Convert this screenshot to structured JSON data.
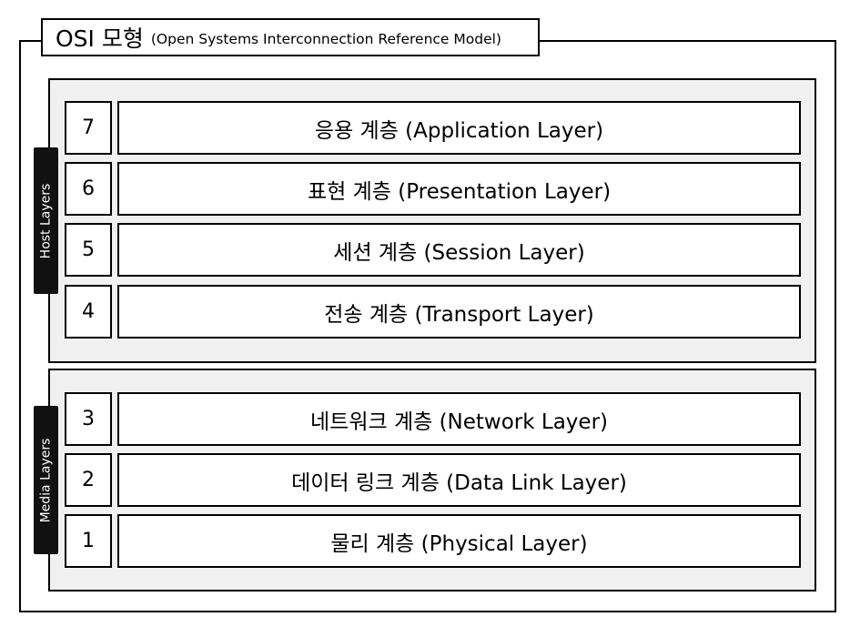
{
  "title": {
    "main": "OSI 모형",
    "sub": "(Open Systems Interconnection Reference Model)"
  },
  "groups": {
    "host": {
      "label": "Host Layers"
    },
    "media": {
      "label": "Media Layers"
    }
  },
  "layers": [
    {
      "number": "7",
      "name": "응용 계층 (Application Layer)"
    },
    {
      "number": "6",
      "name": "표현 계층 (Presentation Layer)"
    },
    {
      "number": "5",
      "name": "세션 계층 (Session Layer)"
    },
    {
      "number": "4",
      "name": "전송 계층 (Transport Layer)"
    },
    {
      "number": "3",
      "name": "네트워크 계층 (Network Layer)"
    },
    {
      "number": "2",
      "name": "데이터 링크 계층 (Data Link Layer)"
    },
    {
      "number": "1",
      "name": "물리 계층 (Physical Layer)"
    }
  ],
  "colors": {
    "frame": "#000000",
    "group_fill": "#f1f1f1",
    "tab_fill": "#111111",
    "tab_text": "#ffffff",
    "box_fill": "#ffffff"
  }
}
